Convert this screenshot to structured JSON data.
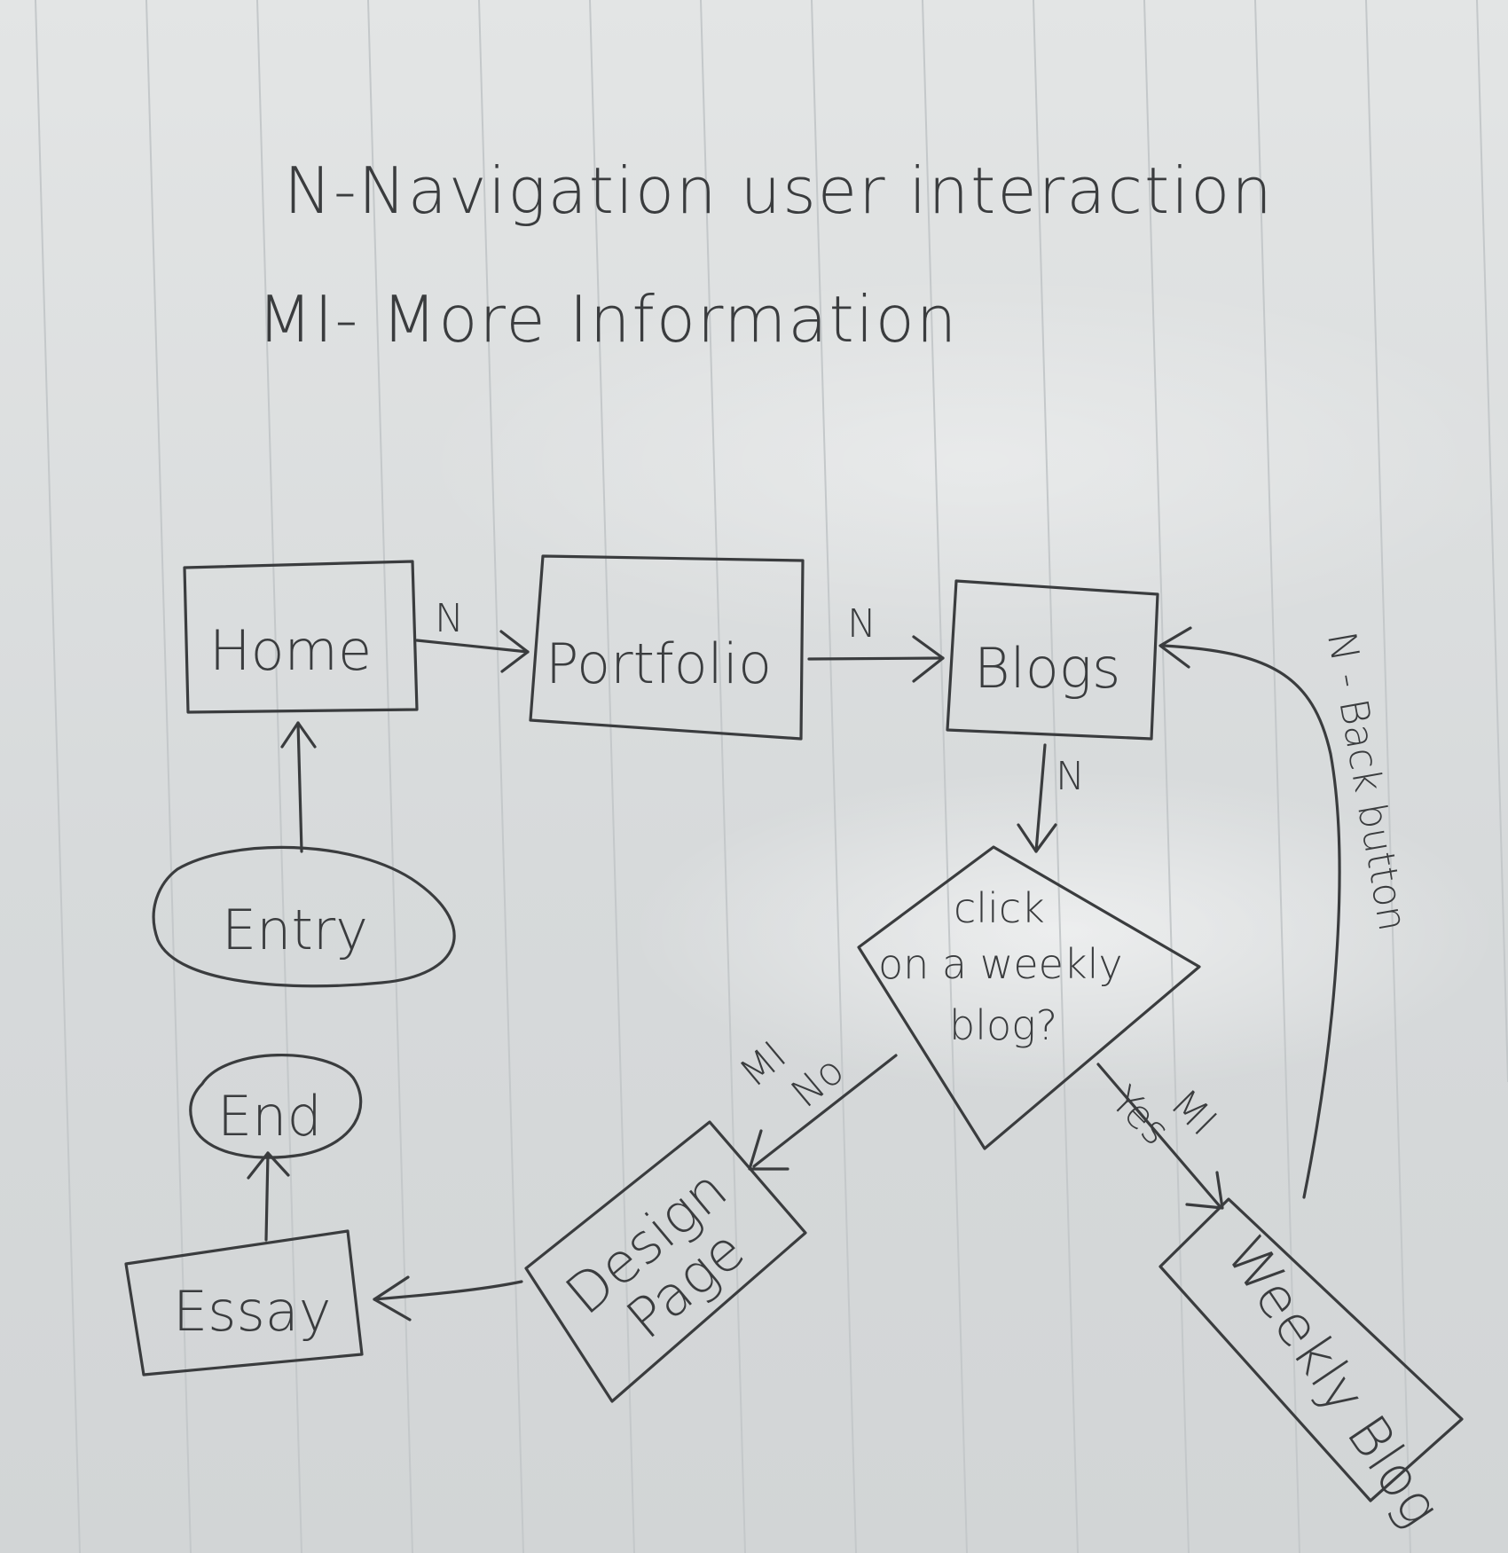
{
  "legend": {
    "line1": "N-Navigation user interaction",
    "line2": "MI- More Information"
  },
  "nodes": {
    "home": "Home",
    "portfolio": "Portfolio",
    "blogs": "Blogs",
    "entry": "Entry",
    "end": "End",
    "essay": "Essay",
    "design_line1": "Design",
    "design_line2": "Page",
    "decision_line1": "click",
    "decision_line2": "on a weekly",
    "decision_line3": "blog?",
    "weekly_blog": "Weekly Blog"
  },
  "edges": {
    "home_to_portfolio": "N",
    "portfolio_to_blogs": "N",
    "blogs_to_decision": "N",
    "no_mi": "MI",
    "no_label": "No",
    "yes_mi": "MI",
    "yes_label": "Yes",
    "back": "N - Back button"
  }
}
